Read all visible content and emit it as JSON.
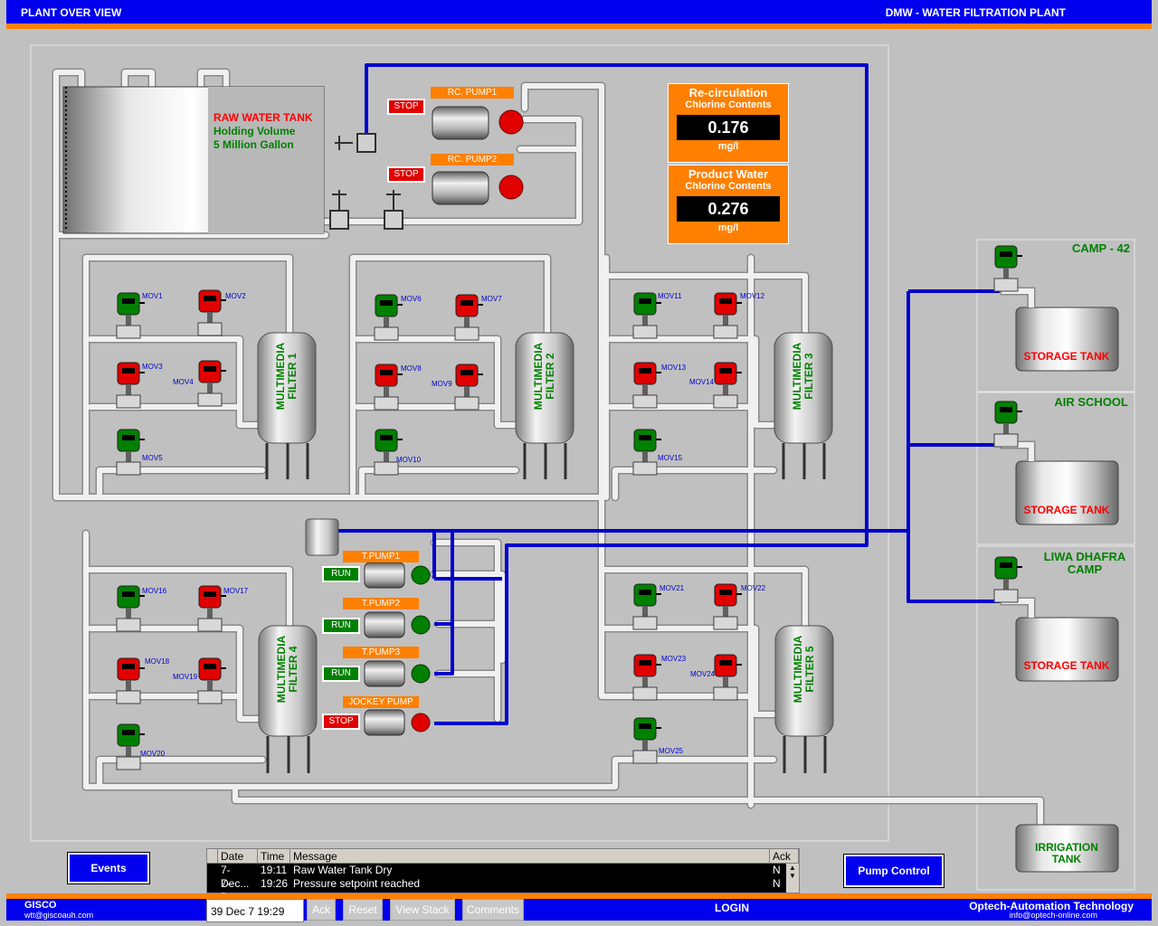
{
  "header": {
    "left_title": "PLANT OVER VIEW",
    "right_title": "DMW - WATER FILTRATION PLANT"
  },
  "raw_tank": {
    "name": "RAW WATER TANK",
    "line2": "Holding Volume",
    "line3": "5 Million Gallon"
  },
  "rc_pumps": [
    {
      "tag": "RC. PUMP1",
      "state": "STOP"
    },
    {
      "tag": "RC. PUMP2",
      "state": "STOP"
    }
  ],
  "chlorine": [
    {
      "title": "Re-circulation",
      "subtitle": "Chlorine Contents",
      "value": "0.176",
      "unit": "mg/l"
    },
    {
      "title": "Product Water",
      "subtitle": "Chlorine Contents",
      "value": "0.276",
      "unit": "mg/l"
    }
  ],
  "filters": [
    {
      "line1": "MULTIMEDIA",
      "line2": "FILTER 1"
    },
    {
      "line1": "MULTIMEDIA",
      "line2": "FILTER 2"
    },
    {
      "line1": "MULTIMEDIA",
      "line2": "FILTER 3"
    },
    {
      "line1": "MULTIMEDIA",
      "line2": "FILTER 4"
    },
    {
      "line1": "MULTIMEDIA",
      "line2": "FILTER 5"
    }
  ],
  "movs": [
    "MOV1",
    "MOV2",
    "MOV3",
    "MOV4",
    "MOV5",
    "MOV6",
    "MOV7",
    "MOV8",
    "MOV9",
    "MOV10",
    "MOV11",
    "MOV12",
    "MOV13",
    "MOV14",
    "MOV15",
    "MOV16",
    "MOV17",
    "MOV18",
    "MOV19",
    "MOV20",
    "MOV21",
    "MOV22",
    "MOV23",
    "MOV24",
    "MOV25"
  ],
  "t_pumps": [
    {
      "tag": "T.PUMP1",
      "state": "RUN"
    },
    {
      "tag": "T.PUMP2",
      "state": "RUN"
    },
    {
      "tag": "T.PUMP3",
      "state": "RUN"
    },
    {
      "tag": "JOCKEY PUMP",
      "state": "STOP"
    }
  ],
  "areas": [
    {
      "title": "CAMP - 42",
      "tank": "STORAGE TANK"
    },
    {
      "title": "AIR SCHOOL",
      "tank": "STORAGE TANK"
    },
    {
      "title_line1": "LIWA DHAFRA",
      "title_line2": "CAMP",
      "tank": "STORAGE TANK"
    }
  ],
  "irrigation": {
    "line1": "IRRIGATION",
    "line2": "TANK"
  },
  "buttons": {
    "events": "Events",
    "pump_control": "Pump Control"
  },
  "alarms": {
    "headers": [
      "Date",
      "Time",
      "Message",
      "Ack"
    ],
    "rows": [
      {
        "date": "7-Dec...",
        "time": "19:11",
        "message": "Raw Water Tank Dry",
        "ack": "N"
      },
      {
        "date": "7-Dec...",
        "time": "19:26",
        "message": "Pressure setpoint reached",
        "ack": "N"
      }
    ]
  },
  "footer": {
    "company": "GISCO",
    "email": "wtt@giscoauh.com",
    "datetime": "39 Dec 7 19:29",
    "ack": "Ack",
    "reset": "Reset",
    "view_stack": "View Stack",
    "comments": "Comments",
    "login": "LOGIN",
    "vendor": "Optech-Automation Technology",
    "vendor_email": "info@optech-online.com"
  },
  "colors": {
    "header_blue": "#0000ee",
    "accent_orange": "#ff8000",
    "valve_open_green": "#008000",
    "valve_closed_red": "#e00000",
    "flow_blue": "#0000cc",
    "pipe_white": "#f0f0f0"
  }
}
